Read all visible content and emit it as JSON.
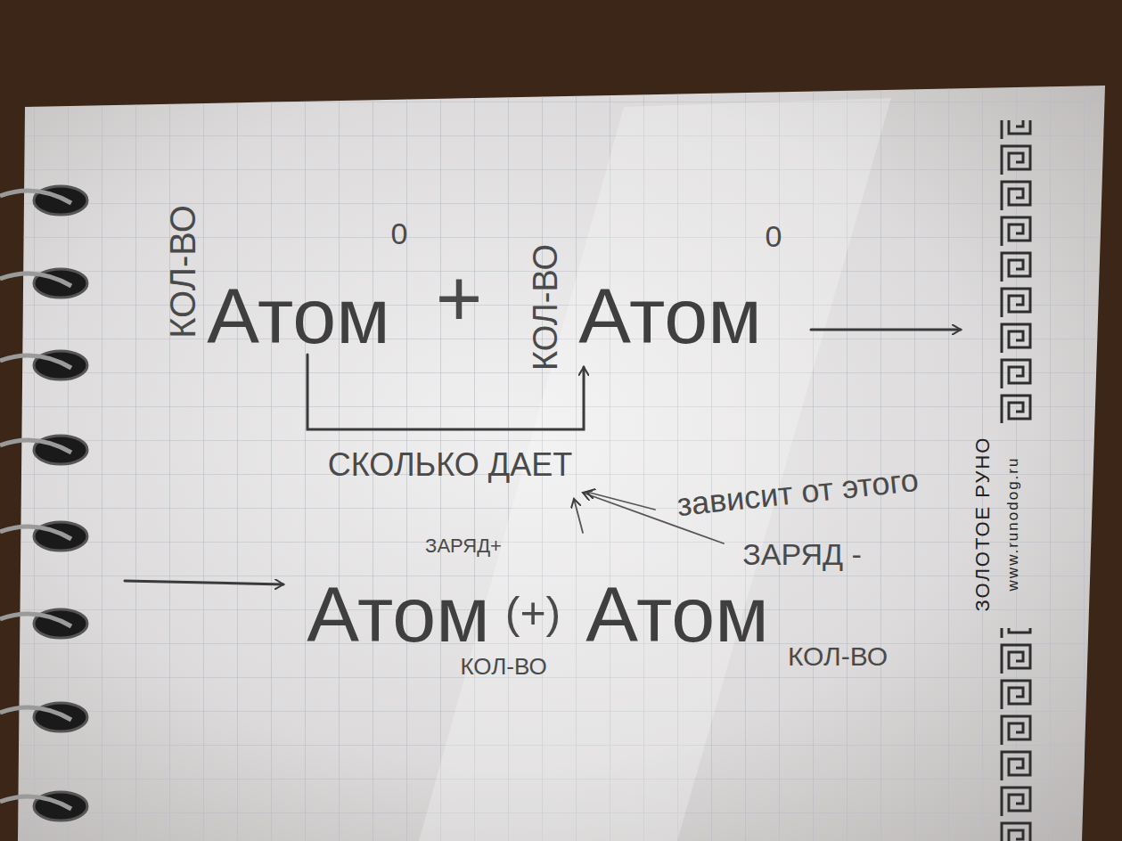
{
  "diagram": {
    "labels": [
      "КОЛ-ВО",
      "Атом",
      "0",
      "+",
      "КОЛ-ВО",
      "Атом",
      "0",
      "СКОЛЬКО ДАЕТ",
      "зависит от этого",
      "ЗАРЯД+",
      "ЗАРЯД -",
      "Атом",
      "КОЛ-ВО",
      "(+)",
      "Атом",
      "КОЛ-ВО",
      "ЗОЛОТОЕ РУНО",
      "www.runodog.ru"
    ]
  }
}
